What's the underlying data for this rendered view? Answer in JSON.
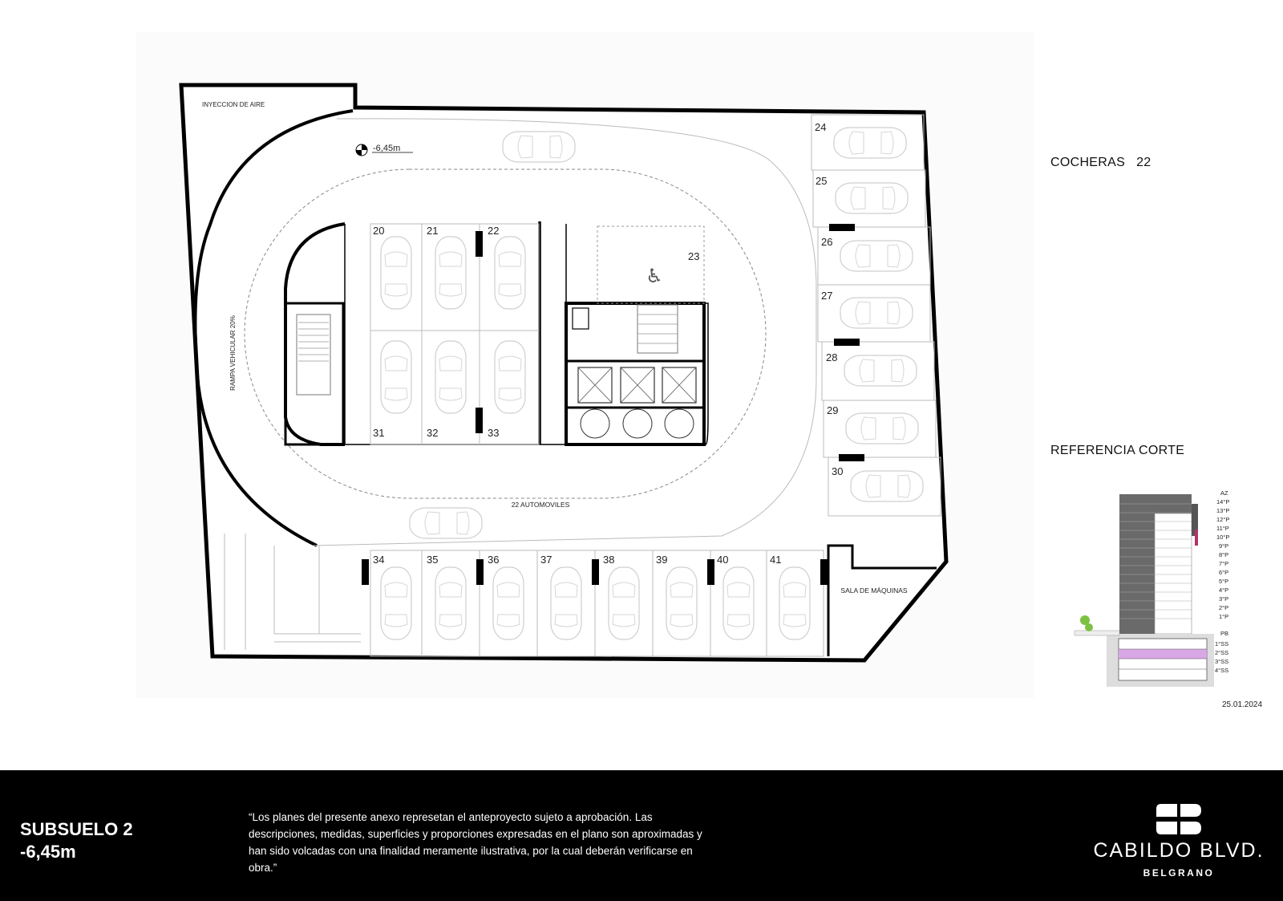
{
  "plan": {
    "level_marker": "-6,45m",
    "labels": {
      "air_injection": "INYECCION DE AIRE",
      "ramp": "RAMPA VEHICULAR 20%",
      "cars_total": "22 AUTOMOVILES",
      "machine_room": "SALA DE MÁQUINAS"
    },
    "spaces_top": [
      "20",
      "21",
      "22"
    ],
    "spaces_bottom_inner": [
      "31",
      "32",
      "33"
    ],
    "space_accessible": "23",
    "spaces_right": [
      "24",
      "25",
      "26",
      "27",
      "28",
      "29",
      "30"
    ],
    "spaces_bottom": [
      "34",
      "35",
      "36",
      "37",
      "38",
      "39",
      "40",
      "41"
    ]
  },
  "side": {
    "cocheras_label": "COCHERAS",
    "cocheras_count": "22",
    "ref_title": "REFERENCIA CORTE",
    "floors": [
      "AZ",
      "14°P",
      "13°P",
      "12°P",
      "11°P",
      "10°P",
      "9°P",
      "8°P",
      "7°P",
      "6°P",
      "5°P",
      "4°P",
      "3°P",
      "2°P",
      "1°P",
      "PB",
      "1°SS",
      "2°SS",
      "3°SS",
      "4°SS"
    ],
    "date": "25.01.2024",
    "highlight_color": "#d9a6e6"
  },
  "footer": {
    "title_line1": "SUBSUELO 2",
    "title_line2": "-6,45m",
    "disclaimer": "“Los planes del presente anexo represetan el anteproyecto sujeto a aprobación. Las descripciones, medidas, superficies y proporciones expresadas en el plano son aproximadas y han sido volcadas con una finalidad meramente ilustrativa, por la cual deberán verificarse en obra.”",
    "brand": "CABILDO BLVD.",
    "brand_sub": "BELGRANO"
  }
}
